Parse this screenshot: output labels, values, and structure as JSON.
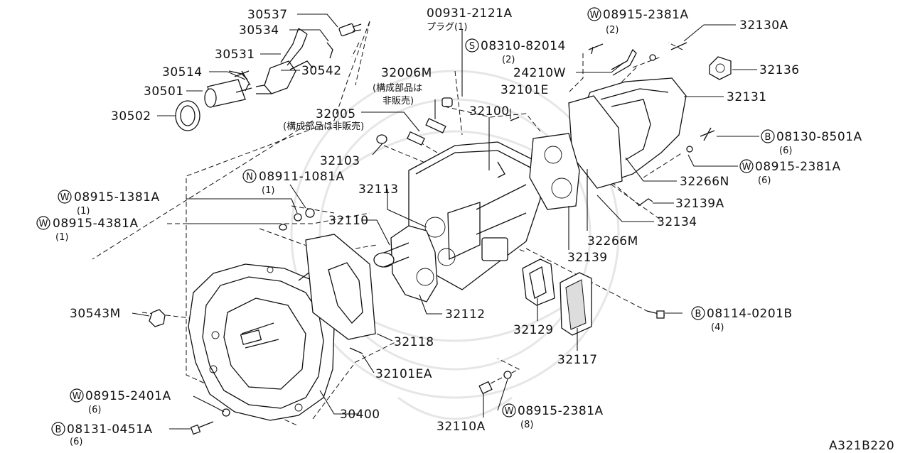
{
  "diagram_id": "A321B220",
  "labels": {
    "p30537": "30537",
    "p30534": "30534",
    "p30531": "30531",
    "p30514": "30514",
    "p30542": "30542",
    "p30501": "30501",
    "p30502": "30502",
    "p00931": "00931-2121A",
    "p00931_sub": "プラグ(1)",
    "p08915_2381A_top": "08915-2381A",
    "p08915_2381A_top_qty": "(2)",
    "p08915_2381A_top_prefix": "W",
    "p32130A": "32130A",
    "p08310": "08310-82014",
    "p08310_qty": "(2)",
    "p08310_prefix": "S",
    "p32136": "32136",
    "p32006M": "32006M",
    "p32006M_sub1": "(構成部品は",
    "p32006M_sub2": "非販売)",
    "p24210W": "24210W",
    "p32101E": "32101E",
    "p32131": "32131",
    "p32100": "32100",
    "p32005": "32005",
    "p32005_sub": "(構成部品は非販売)",
    "p08130": "08130-8501A",
    "p08130_qty": "(6)",
    "p08130_prefix": "B",
    "p32103": "32103",
    "p08915_2381A_mid": "08915-2381A",
    "p08915_2381A_mid_qty": "(6)",
    "p08915_2381A_mid_prefix": "W",
    "p08911": "08911-1081A",
    "p08911_qty": "(1)",
    "p08911_prefix": "N",
    "p32266N": "32266N",
    "p32113": "32113",
    "p08915_1381A": "08915-1381A",
    "p08915_1381A_qty": "(1)",
    "p08915_1381A_prefix": "W",
    "p32139A": "32139A",
    "p08915_4381A": "08915-4381A",
    "p08915_4381A_qty": "(1)",
    "p08915_4381A_prefix": "W",
    "p32110": "32110",
    "p32134": "32134",
    "p32266M": "32266M",
    "p32139": "32139",
    "p30543M": "30543M",
    "p32112": "32112",
    "p08114": "08114-0201B",
    "p08114_qty": "(4)",
    "p08114_prefix": "B",
    "p32129": "32129",
    "p32118": "32118",
    "p32117": "32117",
    "p32101EA": "32101EA",
    "p08915_2401A": "08915-2401A",
    "p08915_2401A_qty": "(6)",
    "p08915_2401A_prefix": "W",
    "p30400": "30400",
    "p08915_2381A_bot": "08915-2381A",
    "p08915_2381A_bot_qty": "(8)",
    "p08915_2381A_bot_prefix": "W",
    "p08131": "08131-0451A",
    "p08131_qty": "(6)",
    "p08131_prefix": "B",
    "p32110A": "32110A"
  }
}
